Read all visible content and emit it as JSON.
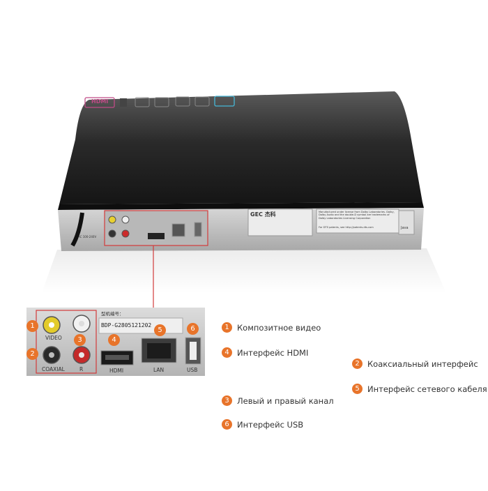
{
  "device": {
    "hdmi_logo": "HDMI",
    "brand_label": "GEC 杰科",
    "spec_text": "Manufactured under license from Dolby Laboratories. Dolby, Dolby Audio and the double-D symbol are trademarks of Dolby Laboratories Licensing Corporation",
    "dts_text": "For DTS patents, see http://patents.dts.com",
    "java_label": "Java",
    "voltage_label": "AC 100-240V"
  },
  "zoom": {
    "model_label": "型机编号：",
    "serial": "BDP-G2805121202",
    "ports": {
      "video": "VIDEO",
      "coaxial": "COAXIAL",
      "r": "R",
      "hdmi": "HDMI",
      "lan": "LAN",
      "usb": "USB"
    }
  },
  "legend": [
    {
      "num": "1",
      "label": "Композитное видео"
    },
    {
      "num": "4",
      "label": "Интерфейс HDMI"
    },
    {
      "num": "2",
      "label": "Коаксиальный интерфейс"
    },
    {
      "num": "5",
      "label": "Интерфейс сетевого кабеля"
    },
    {
      "num": "3",
      "label": "Левый и правый канал"
    },
    {
      "num": "6",
      "label": "Интерфейс USB"
    }
  ],
  "badges": [
    "1",
    "2",
    "3",
    "4",
    "5",
    "6"
  ],
  "colors": {
    "accent": "#e8742a",
    "callout": "#d23b3b",
    "device_body": "#1e1e1e",
    "panel": "#c8c8c8"
  }
}
